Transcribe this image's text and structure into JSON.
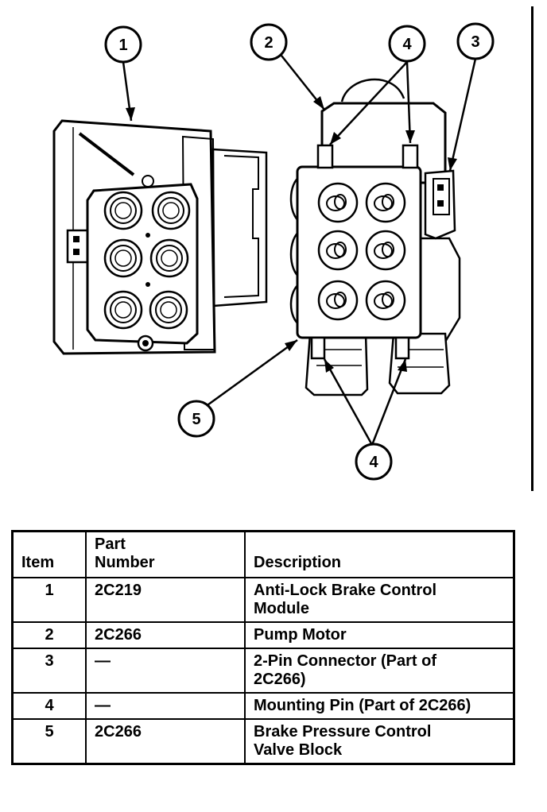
{
  "callouts": [
    "1",
    "2",
    "3",
    "4",
    "4",
    "5"
  ],
  "table": {
    "headers": {
      "item": "Item",
      "part_line1": "Part",
      "part_line2": "Number",
      "description": "Description"
    },
    "rows": [
      {
        "item": "1",
        "part": "2C219",
        "desc_lines": [
          "Anti-Lock Brake Control",
          "Module"
        ]
      },
      {
        "item": "2",
        "part": "2C266",
        "desc_lines": [
          "Pump Motor"
        ]
      },
      {
        "item": "3",
        "part": "—",
        "desc_lines": [
          "2-Pin Connector (Part of",
          "2C266)"
        ]
      },
      {
        "item": "4",
        "part": "—",
        "desc_lines": [
          "Mounting Pin (Part of 2C266)"
        ]
      },
      {
        "item": "5",
        "part": "2C266",
        "desc_lines": [
          "Brake Pressure Control",
          "Valve Block"
        ]
      }
    ]
  }
}
